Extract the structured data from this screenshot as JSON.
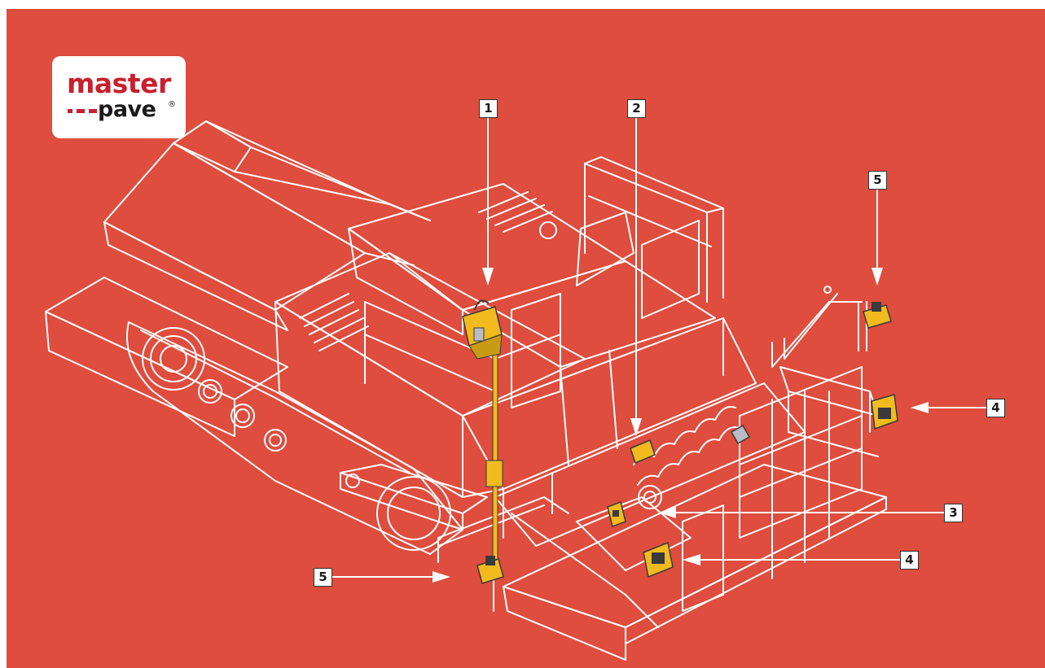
{
  "logo": {
    "word_top": "master",
    "word_bottom": "pave",
    "registered": "®",
    "color_top": "#c8202e",
    "color_bottom": "#1a1a1a",
    "dash_color": "#c8202e"
  },
  "colors": {
    "background": "#de4d3e",
    "lineart": "#ffffff",
    "component": "#f2bb1d",
    "component_dark": "#3a3a3a",
    "sensor_gray": "#b9bcc4"
  },
  "callouts": [
    {
      "id": "c1-top",
      "label": "1"
    },
    {
      "id": "c2-top",
      "label": "2"
    },
    {
      "id": "c3-right",
      "label": "3"
    },
    {
      "id": "c4-right-upper",
      "label": "4"
    },
    {
      "id": "c4-right-lower",
      "label": "4"
    },
    {
      "id": "c5-right-top",
      "label": "5"
    },
    {
      "id": "c5-left-bottom",
      "label": "5"
    }
  ]
}
